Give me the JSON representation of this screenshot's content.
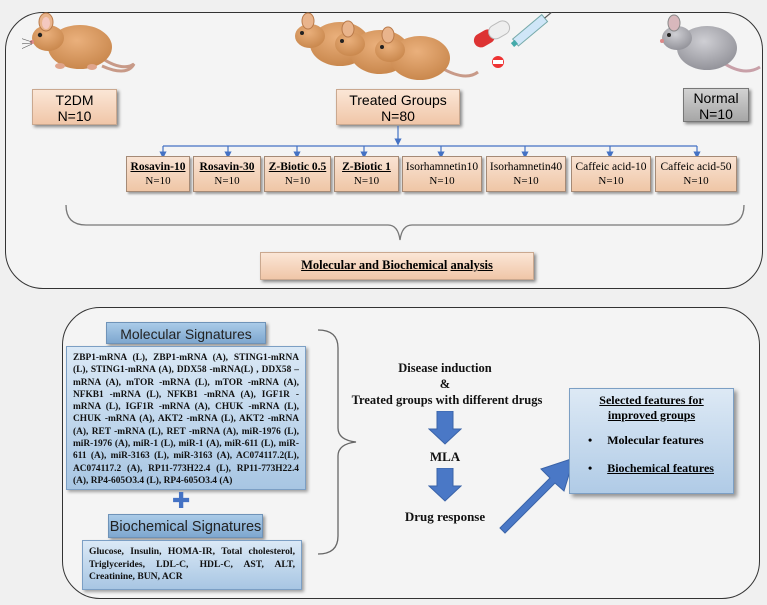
{
  "top": {
    "t2dm": {
      "name": "T2DM",
      "n": "N=10"
    },
    "treated": {
      "name": "Treated Groups",
      "n": "N=80"
    },
    "normal": {
      "name": "Normal",
      "n": "N=10"
    },
    "drugs": [
      {
        "name": "Rosavin-10",
        "n": "N=10"
      },
      {
        "name": "Rosavin-30",
        "n": "N=10"
      },
      {
        "name": "Z-Biotic 0.5",
        "n": "N=10"
      },
      {
        "name": "Z-Biotic 1",
        "n": "N=10"
      },
      {
        "name": "Isorhamnetin10",
        "n": "N=10"
      },
      {
        "name": "Isorhamnetin40",
        "n": "N=10"
      },
      {
        "name": "Caffeic acid-10",
        "n": "N=10"
      },
      {
        "name": "Caffeic acid-50",
        "n": "N=10"
      }
    ],
    "analysis": {
      "part1": "Molecular and Biochemical",
      "part2": "analysis"
    }
  },
  "bottom": {
    "molecular_title": "Molecular Signatures",
    "molecular_list": "ZBP1-mRNA (L), ZBP1-mRNA (A), STING1-mRNA (L), STING1-mRNA (A), DDX58 -mRNA(L) , DDX58 –mRNA (A), mTOR -mRNA (L), mTOR -mRNA (A), NFKB1 -mRNA (L), NFKB1 -mRNA (A), IGF1R -mRNA (L), IGF1R -mRNA (A), CHUK -mRNA (L), CHUK -mRNA (A), AKT2 -mRNA (L), AKT2 -mRNA (A), RET -mRNA (L), RET -mRNA (A), miR-1976 (L), miR-1976 (A), miR-1 (L), miR-1 (A), miR-611 (L), miR-611 (A), miR-3163 (L), miR-3163 (A), AC074117.2(L), AC074117.2 (A), RP11-773H22.4 (L), RP11-773H22.4 (A), RP4-605O3.4 (L), RP4-605O3.4 (A)",
    "plus": "✚",
    "biochemical_title": "Biochemical Signatures",
    "biochemical_list": "Glucose, Insulin, HOMA-IR, Total cholesterol, Triglycerides, LDL-C, HDL-C, AST, ALT, Creatinine, BUN, ACR",
    "flow": {
      "induction": "Disease induction",
      "amp": "&",
      "treated": "Treated groups with different drugs",
      "mla": "MLA",
      "response": "Drug response"
    },
    "selected": {
      "title": "Selected features for improved groups",
      "items": [
        "Molecular features",
        "Biochemical features"
      ]
    }
  },
  "colors": {
    "tan": "#f0c6a8",
    "blue": "#4472c4",
    "arrow_blue": "#4a78c6",
    "gray": "#a6a6a6",
    "rat": "#d4955a"
  }
}
